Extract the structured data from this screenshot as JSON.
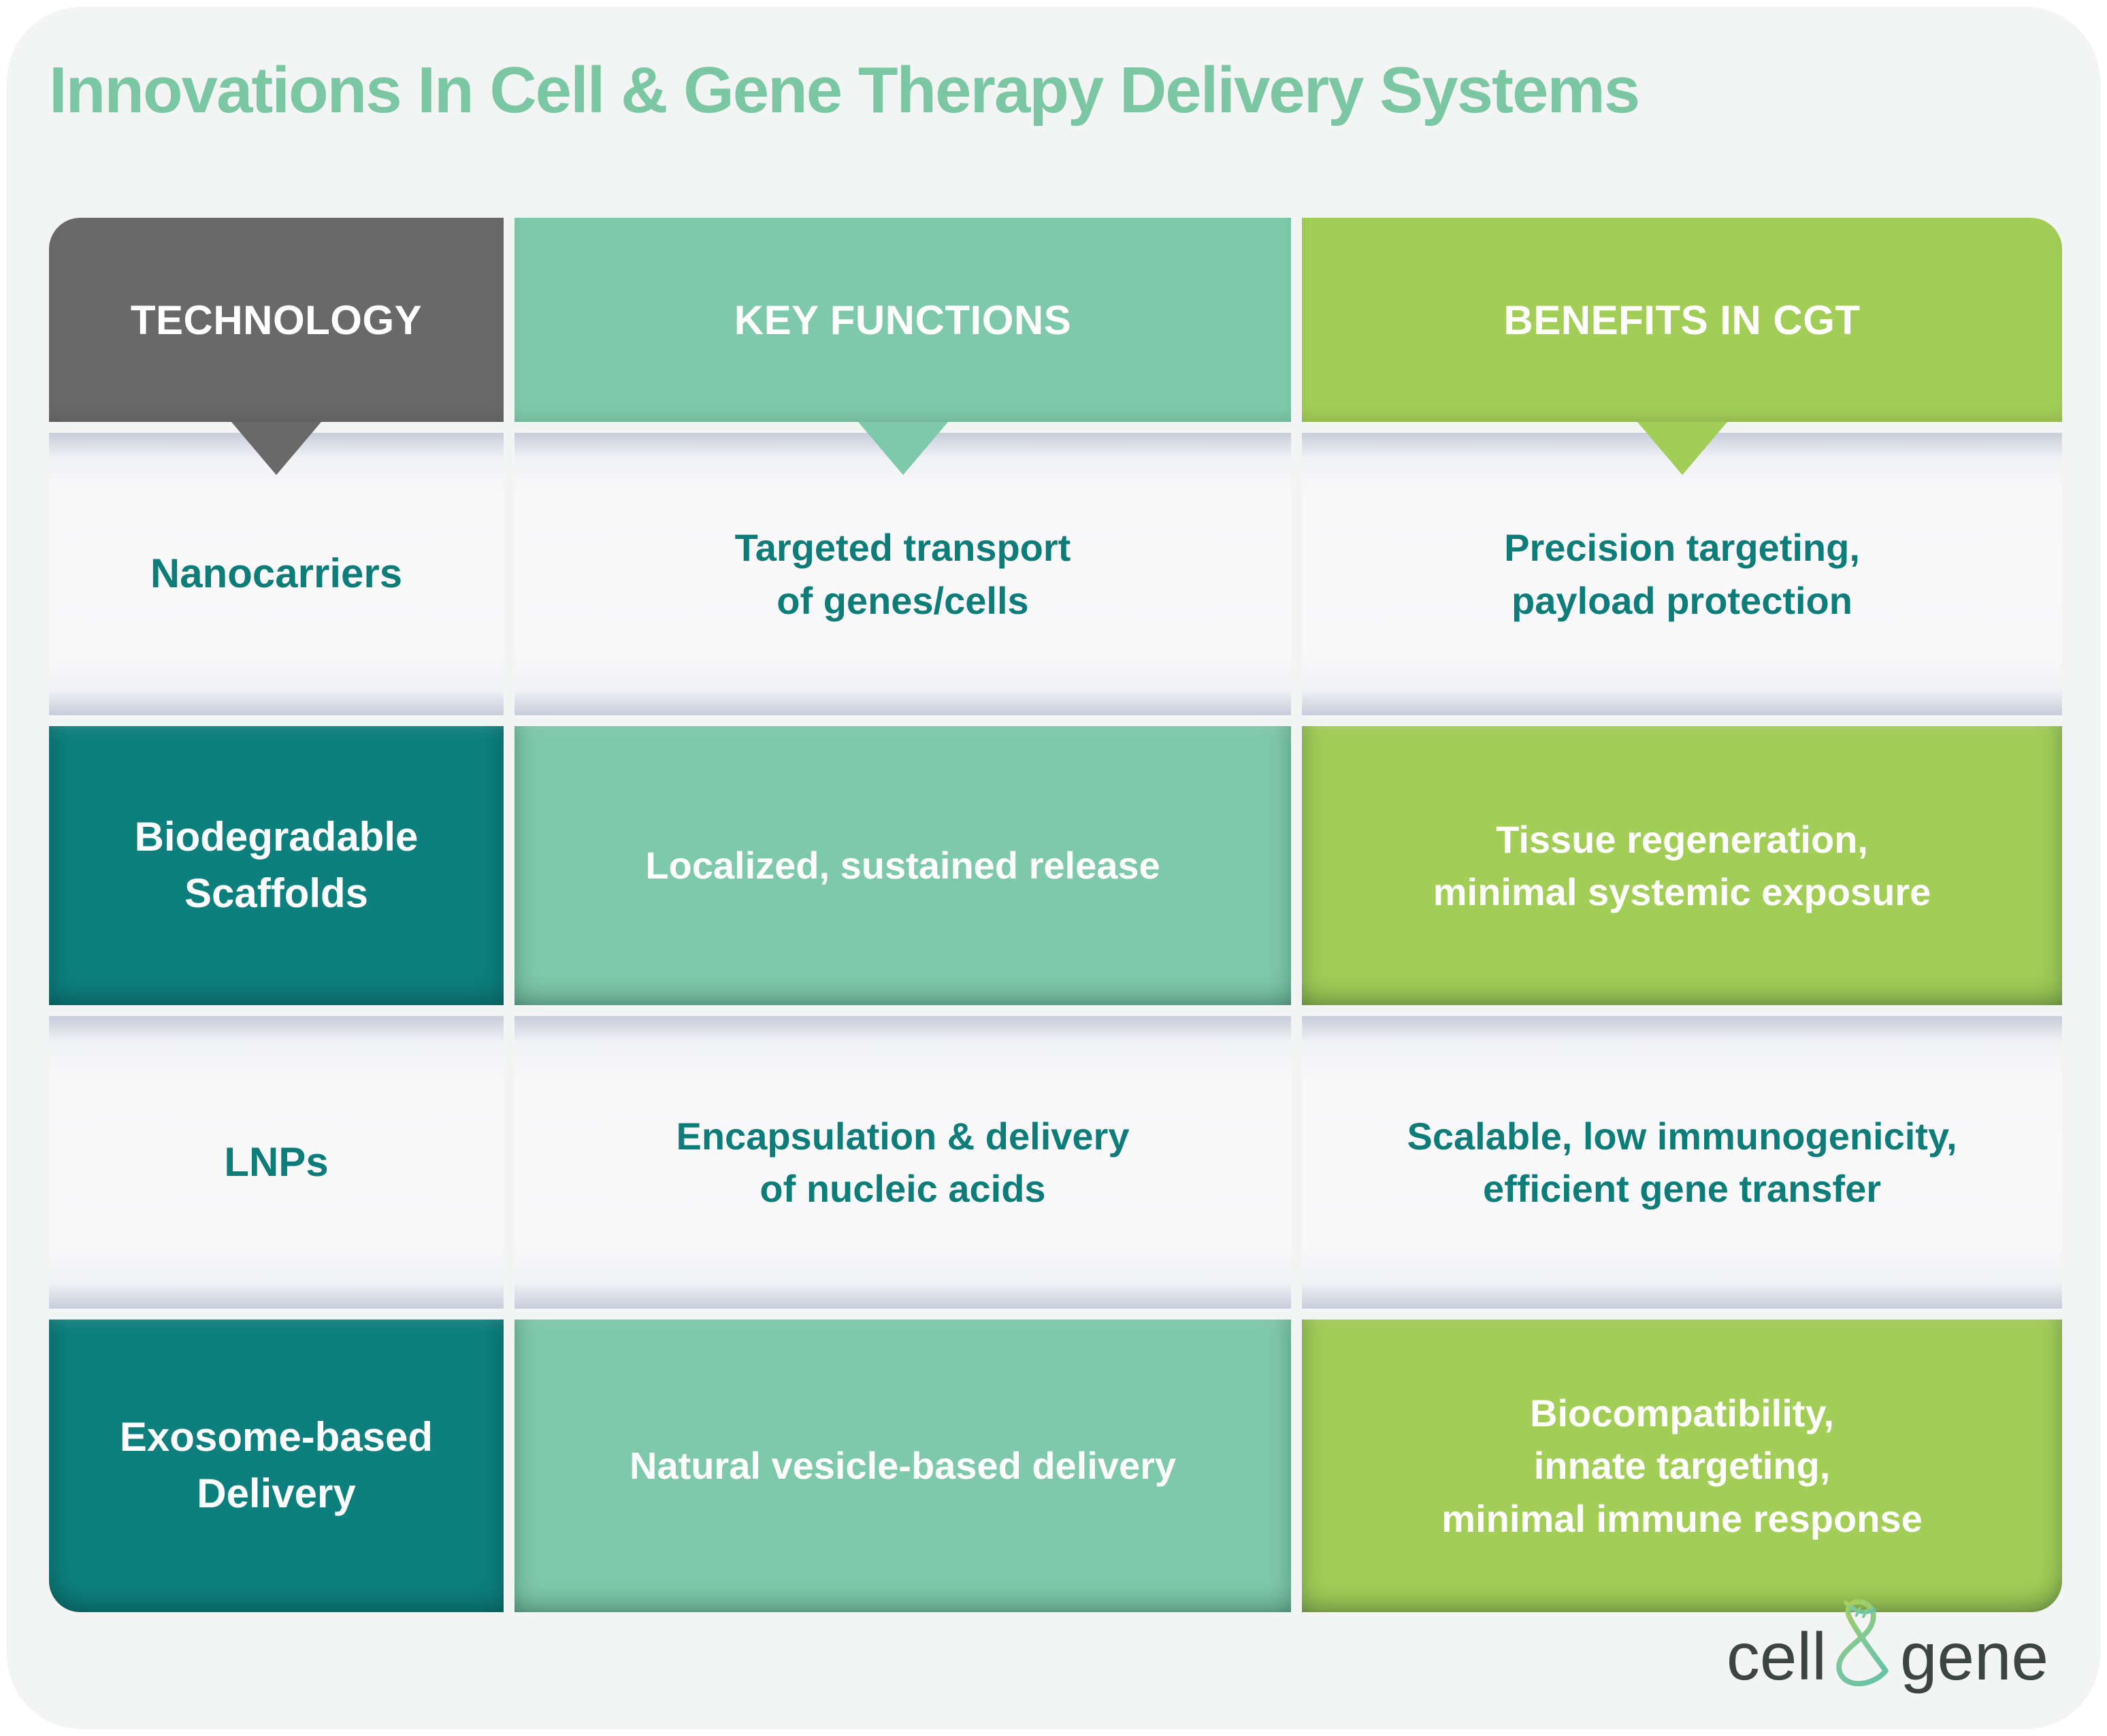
{
  "title": "Innovations In Cell & Gene Therapy Delivery Systems",
  "colors": {
    "background": "#f3f4f4",
    "title_text": "#7cc7a3",
    "header_gray": "#696969",
    "seafoam_green": "#7ec9ab",
    "lime_green": "#a2cd57",
    "dark_teal": "#0d7f7d",
    "teal_text": "#0e7c78",
    "white_text": "#ffffff",
    "logo_text": "#3d4444"
  },
  "table": {
    "columns": [
      {
        "id": "technology",
        "label": "TECHNOLOGY"
      },
      {
        "id": "key_functions",
        "label": "KEY FUNCTIONS"
      },
      {
        "id": "benefits",
        "label": "BENEFITS IN CGT"
      }
    ],
    "rows": [
      {
        "style": "light",
        "cells": [
          "Nanocarriers",
          "Targeted transport\nof genes/cells",
          "Precision targeting,\npayload protection"
        ]
      },
      {
        "style": "colored",
        "cells": [
          "Biodegradable\nScaffolds",
          "Localized, sustained release",
          "Tissue regeneration,\nminimal systemic exposure"
        ]
      },
      {
        "style": "light",
        "cells": [
          "LNPs",
          "Encapsulation & delivery\nof nucleic acids",
          "Scalable, low immunogenicity,\nefficient gene transfer"
        ]
      },
      {
        "style": "colored",
        "cells": [
          "Exosome-based\nDelivery",
          "Natural vesicle-based delivery",
          "Biocompatibility,\ninnate targeting,\nminimal immune response"
        ]
      }
    ]
  },
  "logo": {
    "part1": "cell",
    "ampersand": "&",
    "part2": "gene"
  }
}
